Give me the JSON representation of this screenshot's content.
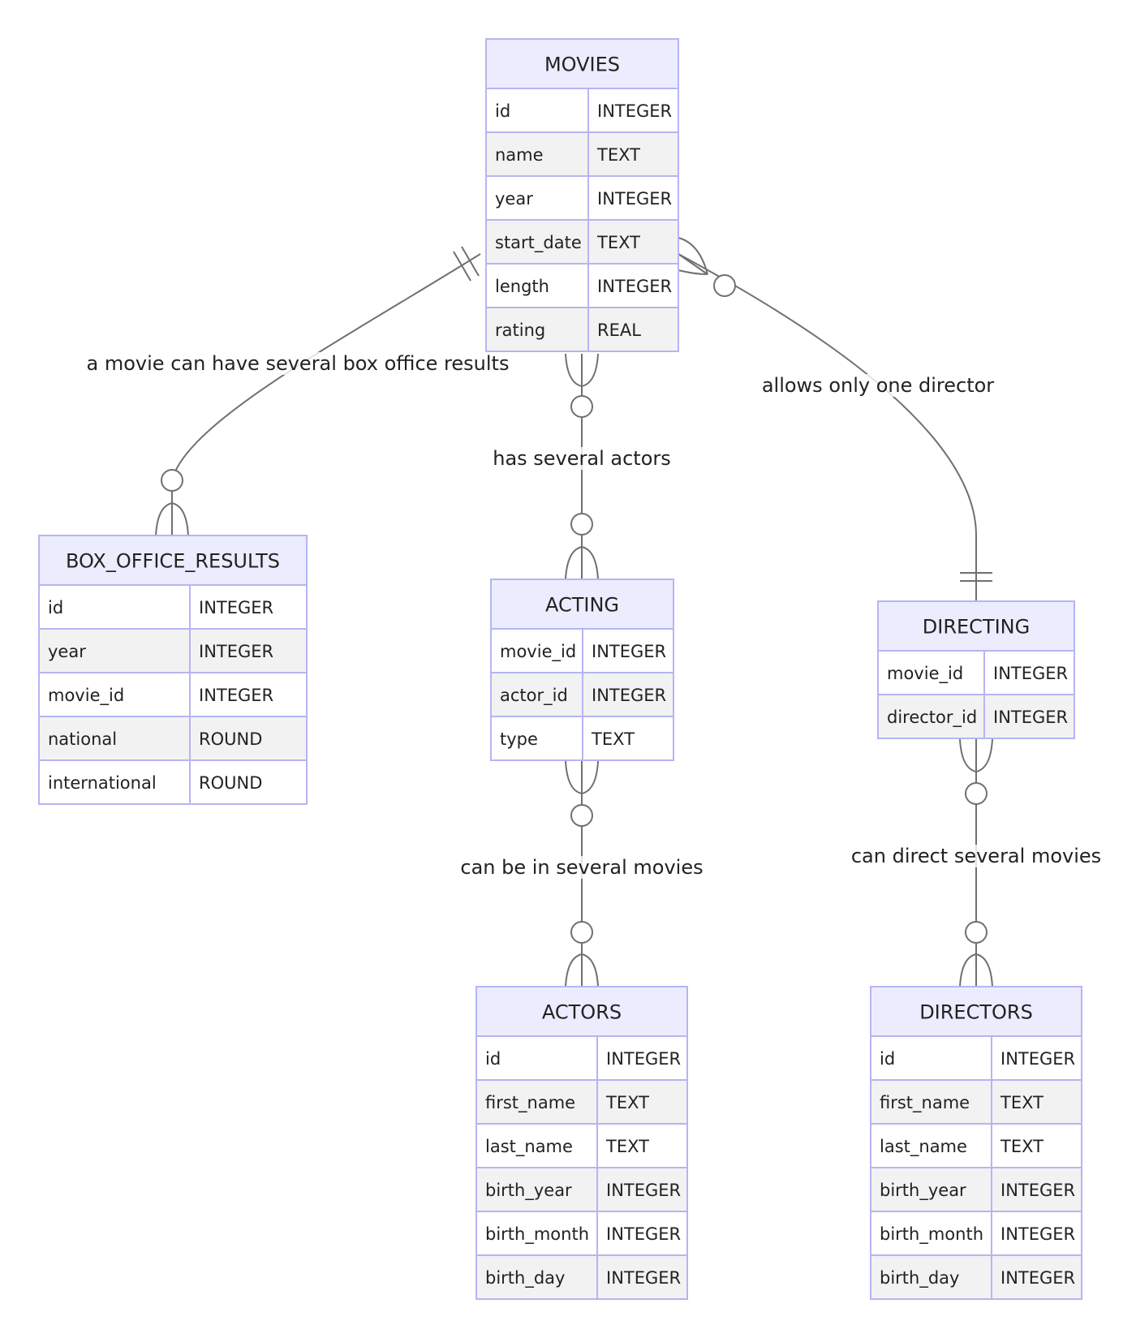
{
  "diagram": {
    "colors": {
      "header_fill": "#ececff",
      "border": "#b5b5f3",
      "row_alt_fill": "#f2f2f2",
      "line": "#707070"
    },
    "entities": [
      {
        "key": "movies",
        "title": "MOVIES",
        "attributes": [
          {
            "name": "id",
            "type": "INTEGER"
          },
          {
            "name": "name",
            "type": "TEXT"
          },
          {
            "name": "year",
            "type": "INTEGER"
          },
          {
            "name": "start_date",
            "type": "TEXT"
          },
          {
            "name": "length",
            "type": "INTEGER"
          },
          {
            "name": "rating",
            "type": "REAL"
          }
        ]
      },
      {
        "key": "box-office-results",
        "title": "BOX_OFFICE_RESULTS",
        "attributes": [
          {
            "name": "id",
            "type": "INTEGER"
          },
          {
            "name": "year",
            "type": "INTEGER"
          },
          {
            "name": "movie_id",
            "type": "INTEGER"
          },
          {
            "name": "national",
            "type": "ROUND"
          },
          {
            "name": "international",
            "type": "ROUND"
          }
        ]
      },
      {
        "key": "acting",
        "title": "ACTING",
        "attributes": [
          {
            "name": "movie_id",
            "type": "INTEGER"
          },
          {
            "name": "actor_id",
            "type": "INTEGER"
          },
          {
            "name": "type",
            "type": "TEXT"
          }
        ]
      },
      {
        "key": "directing",
        "title": "DIRECTING",
        "attributes": [
          {
            "name": "movie_id",
            "type": "INTEGER"
          },
          {
            "name": "director_id",
            "type": "INTEGER"
          }
        ]
      },
      {
        "key": "actors",
        "title": "ACTORS",
        "attributes": [
          {
            "name": "id",
            "type": "INTEGER"
          },
          {
            "name": "first_name",
            "type": "TEXT"
          },
          {
            "name": "last_name",
            "type": "TEXT"
          },
          {
            "name": "birth_year",
            "type": "INTEGER"
          },
          {
            "name": "birth_month",
            "type": "INTEGER"
          },
          {
            "name": "birth_day",
            "type": "INTEGER"
          }
        ]
      },
      {
        "key": "directors",
        "title": "DIRECTORS",
        "attributes": [
          {
            "name": "id",
            "type": "INTEGER"
          },
          {
            "name": "first_name",
            "type": "TEXT"
          },
          {
            "name": "last_name",
            "type": "TEXT"
          },
          {
            "name": "birth_year",
            "type": "INTEGER"
          },
          {
            "name": "birth_month",
            "type": "INTEGER"
          },
          {
            "name": "birth_day",
            "type": "INTEGER"
          }
        ]
      }
    ],
    "relationships": [
      {
        "from": "MOVIES",
        "to": "BOX_OFFICE_RESULTS",
        "from_cardinality": "exactly-one",
        "to_cardinality": "zero-or-many",
        "label": "a movie can have several box office results"
      },
      {
        "from": "MOVIES",
        "to": "ACTING",
        "from_cardinality": "zero-or-many",
        "to_cardinality": "zero-or-many",
        "label": "has several actors"
      },
      {
        "from": "MOVIES",
        "to": "DIRECTING",
        "from_cardinality": "zero-or-many",
        "to_cardinality": "exactly-one",
        "label": "allows only one director"
      },
      {
        "from": "ACTING",
        "to": "ACTORS",
        "from_cardinality": "zero-or-many",
        "to_cardinality": "zero-or-many",
        "label": "can be in several movies"
      },
      {
        "from": "DIRECTING",
        "to": "DIRECTORS",
        "from_cardinality": "zero-or-many",
        "to_cardinality": "zero-or-many",
        "label": "can direct several movies"
      }
    ]
  }
}
